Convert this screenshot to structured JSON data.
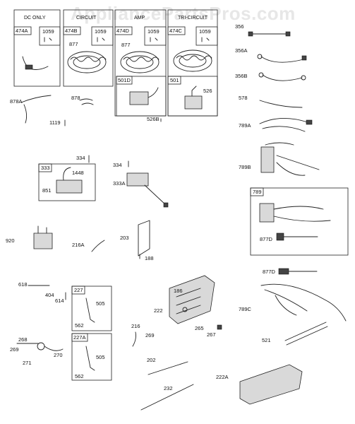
{
  "watermark": "AppliancePartsPros.com",
  "section_headers": [
    "DC ONLY",
    "CIRCUIT",
    "AMP",
    "TRI-CIRCUIT"
  ],
  "kit_labels": {
    "k474A": "474A",
    "k474B": "474B",
    "k474D": "474D",
    "k474C": "474C",
    "k1059a": "1059",
    "k1059b": "1059",
    "k1059c": "1059",
    "k1059d": "1059",
    "k501D": "501D",
    "k501": "501",
    "k333": "333",
    "k789": "789",
    "k227": "227",
    "k227A": "227A"
  },
  "part_labels": {
    "p877a": "877",
    "p877b": "877",
    "p526": "526",
    "p526B": "526B",
    "p878A": "878A",
    "p878": "878",
    "p1119": "1119",
    "p356": "356",
    "p356A": "356A",
    "p356B": "356B",
    "p578": "578",
    "p789A": "789A",
    "p789B": "789B",
    "p877D": "877D",
    "p877Db": "877D",
    "p334a": "334",
    "p334b": "334",
    "p1448": "1448",
    "p851": "851",
    "p333A": "333A",
    "p920": "920",
    "p216A": "216A",
    "p203": "203",
    "p188": "188",
    "p618": "618",
    "p404": "404",
    "p614": "614",
    "p505a": "505",
    "p562a": "562",
    "p505b": "505",
    "p562b": "562",
    "p186": "186",
    "p222": "222",
    "p216": "216",
    "p269a": "269",
    "p265": "265",
    "p267": "267",
    "p789C": "789C",
    "p521": "521",
    "p268": "268",
    "p269b": "269",
    "p271": "271",
    "p270": "270",
    "p202": "202",
    "p232": "232",
    "p222A": "222A"
  }
}
